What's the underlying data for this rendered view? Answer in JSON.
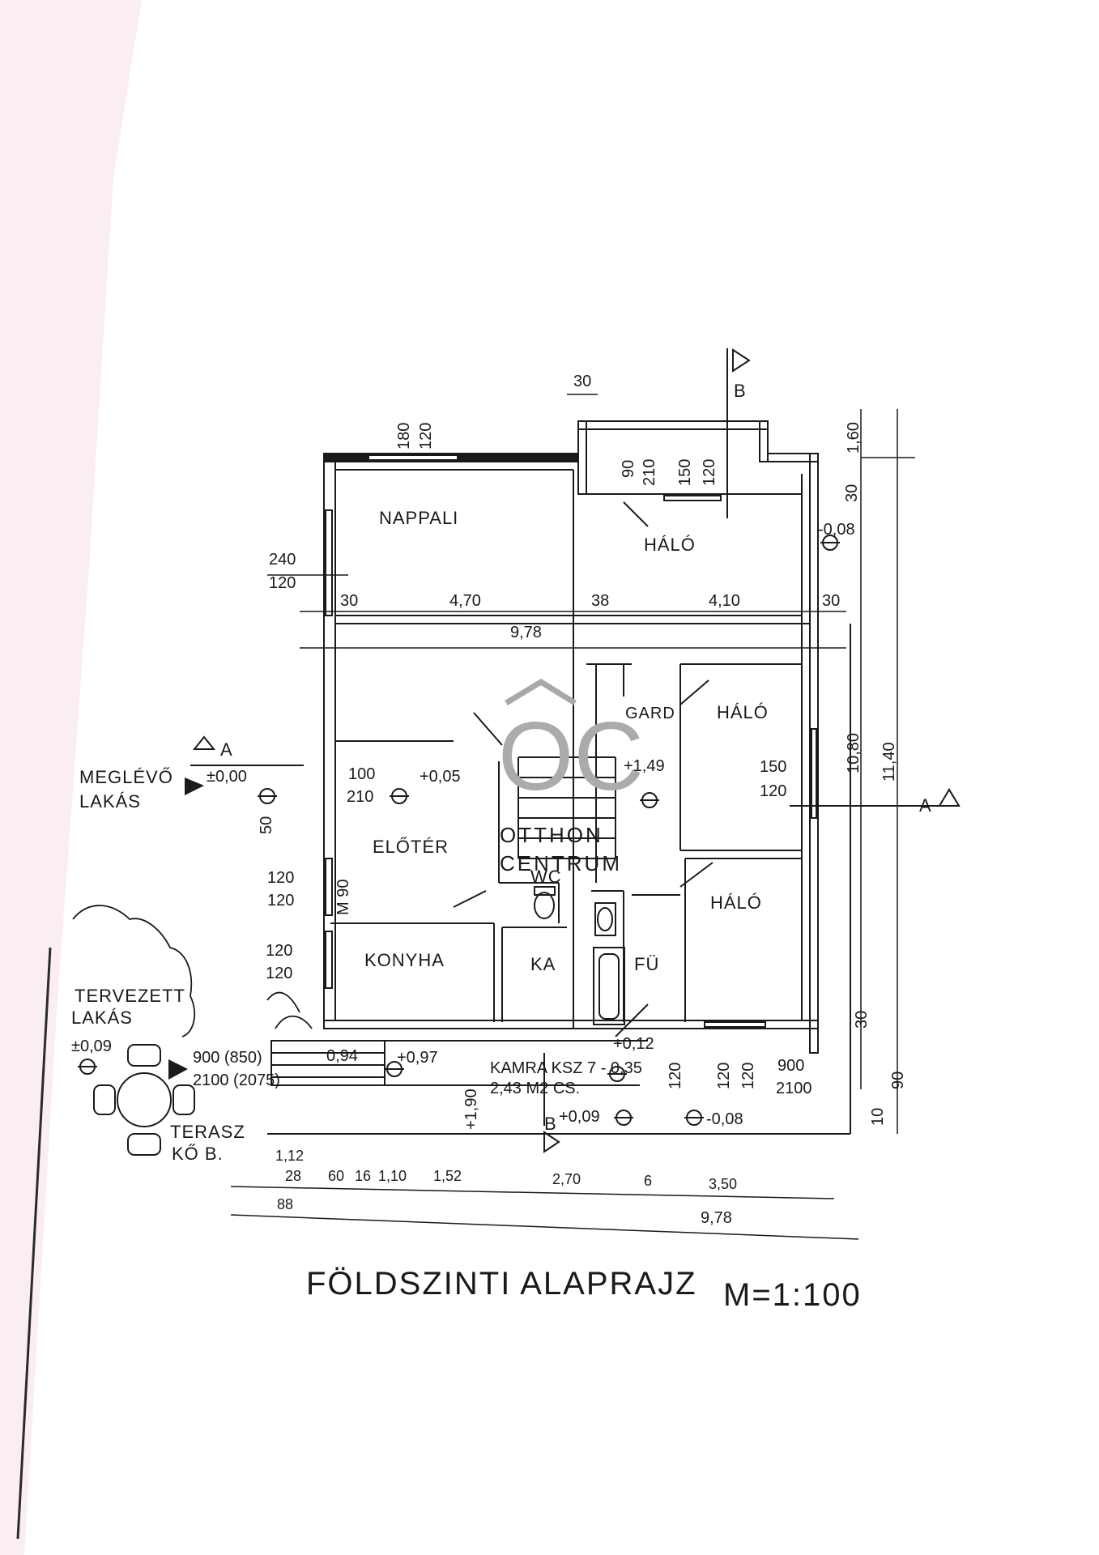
{
  "drawing": {
    "title": "FÖLDSZINTI ALAPRAJZ",
    "scale": "M=1:100"
  },
  "rooms": {
    "nappali": "NAPPALI",
    "halo_top": "HÁLÓ",
    "gard": "GARD",
    "halo_mid": "HÁLÓ",
    "halo_bottom": "HÁLÓ",
    "eloter": "ELŐTÉR",
    "wc": "WC",
    "konyha": "KONYHA",
    "ka": "KA",
    "fu": "FÜ"
  },
  "labels": {
    "meglevo": "MEGLÉVŐ",
    "lakas1": "LAKÁS",
    "tervezett": "TERVEZETT",
    "lakas2": "LAKÁS",
    "terasz": "TERASZ",
    "ko": "KŐ B.",
    "kamra": "KAMRA KSZ 7 - 0,35",
    "kamra_area": "2,43 M2 CS.",
    "section_a": "A",
    "section_b": "B"
  },
  "levels": {
    "l000": "±0,00",
    "l005": "+0,05",
    "l149": "+1,49",
    "l008a": "-0,08",
    "l009": "±0,09",
    "l097": "+0,97",
    "l012": "+0,12",
    "l009b": "+0,09",
    "l008b": "-0,08",
    "l190": "+1,90",
    "l094": "0,94"
  },
  "dims": {
    "d30_top": "30",
    "d180": "180",
    "d120_a": "120",
    "d90_a": "90",
    "d210_a": "210",
    "d150_a": "150",
    "d120_b": "120",
    "d240": "240",
    "d120_c": "120",
    "d30_l": "30",
    "d470": "4,70",
    "d38": "38",
    "d410": "4,10",
    "d30_r": "30",
    "d978_a": "9,78",
    "d160": "1,60",
    "d30_v": "30",
    "d1080": "10,80",
    "d1140": "11,40",
    "d100": "100",
    "d210_b": "210",
    "d150_b": "150",
    "d120_d": "120",
    "d50": "50",
    "d120_e": "120",
    "d120_f": "120",
    "dM90": "M 90",
    "d120_g": "120",
    "d120_h": "120",
    "d900": "900 (850)",
    "d2100": "2100 (2075)",
    "d120_i": "120",
    "d120_j": "120",
    "d900b": "900",
    "d2100b": "2100",
    "d120_k": "120",
    "d30_b": "30",
    "d90_b": "90",
    "d10": "10",
    "d112": "1,12",
    "d128": "28",
    "d60": "60",
    "d16": "16",
    "d110": "1,10",
    "d152": "1,52",
    "d270": "2,70",
    "d6": "6",
    "d350": "3,50",
    "d88": "88",
    "d978_b": "9,78"
  },
  "watermark": {
    "logo": "OC",
    "line1": "OTTHON",
    "line2": "CENTRUM"
  }
}
